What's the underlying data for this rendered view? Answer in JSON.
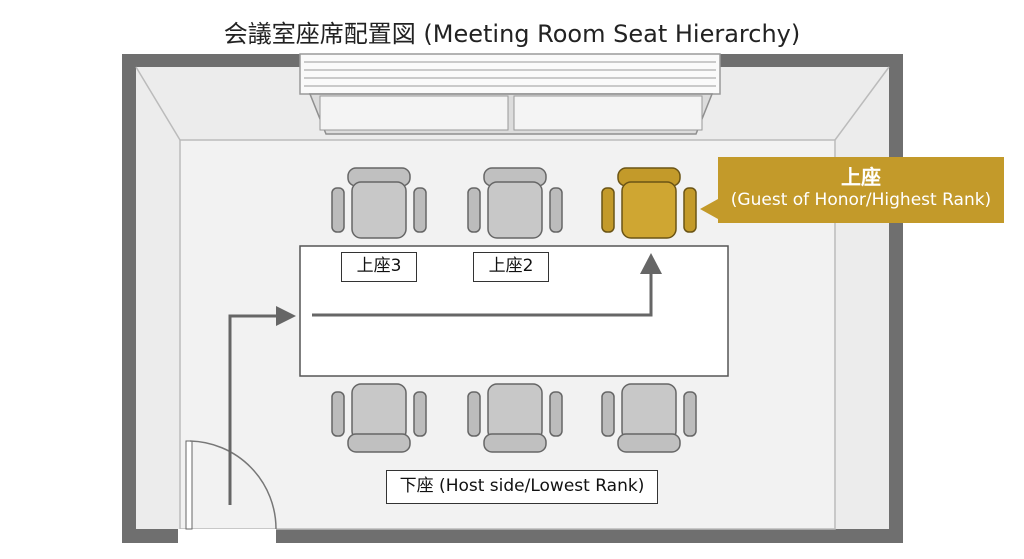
{
  "title": "会議室座席配置図 (Meeting Room Seat Hierarchy)",
  "labels": {
    "seat3": "上座3",
    "seat2": "上座2",
    "lower_seat": "下座 (Host side/Lowest Rank)"
  },
  "callout": {
    "main": "上座",
    "sub": "(Guest of Honor/Highest Rank)"
  },
  "colors": {
    "wall": "#6f6f6f",
    "floor": "#eeeeee",
    "chair": "#c0c0c0",
    "highlight": "#c39a2a",
    "arrow": "#666666"
  }
}
